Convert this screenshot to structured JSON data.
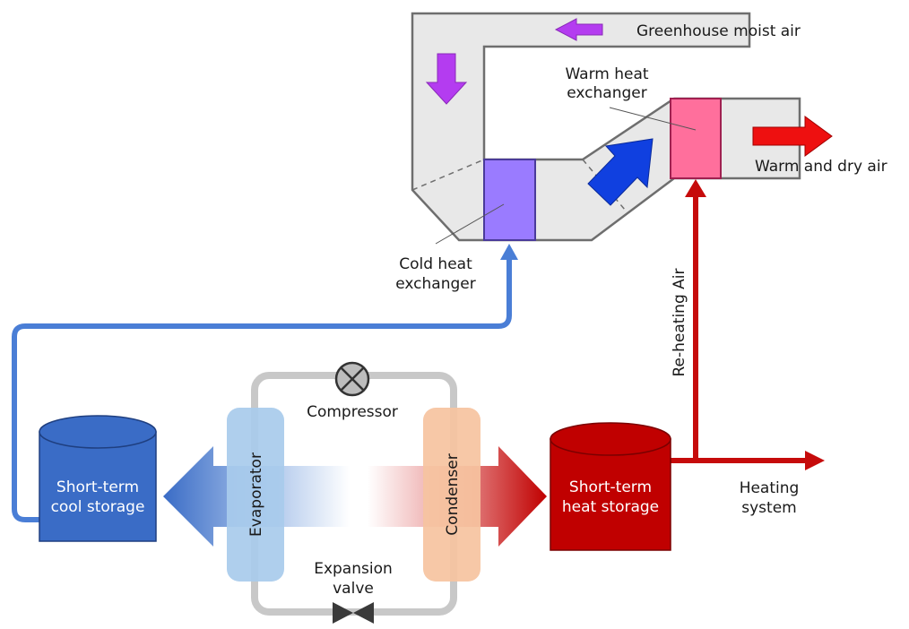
{
  "labels": {
    "greenhouse_moist_air": "Greenhouse moist air",
    "warm_hx_line1": "Warm heat",
    "warm_hx_line2": "exchanger",
    "warm_dry_air": "Warm and dry air",
    "cold_hx_line1": "Cold heat",
    "cold_hx_line2": "exchanger",
    "reheating_air": "Re-heating Air",
    "compressor": "Compressor",
    "evaporator": "Evaporator",
    "condenser": "Condenser",
    "cool_storage_line1": "Short-term",
    "cool_storage_line2": "cool storage",
    "heat_storage_line1": "Short-term",
    "heat_storage_line2": "heat storage",
    "heating_line1": "Heating",
    "heating_line2": "system",
    "expansion_line1": "Expansion",
    "expansion_line2": "valve"
  },
  "colors": {
    "duct_fill": "#e8e8e8",
    "duct_stroke": "#6e6e6e",
    "cold_hx": "#9a7bff",
    "warm_hx": "#ff6f9c",
    "purple_arrow": "#b43cf0",
    "blue_arrow": "#1040e0",
    "red_arrow": "#ee1010",
    "blue_pipe": "#4a7ed6",
    "red_pipe": "#c60b0b",
    "cool_tank": "#3a6cc6",
    "heat_tank": "#c00000",
    "evaporator": "#a8cbeb",
    "condenser": "#f6c3a0",
    "loop_pipe": "#c8c8c8"
  }
}
